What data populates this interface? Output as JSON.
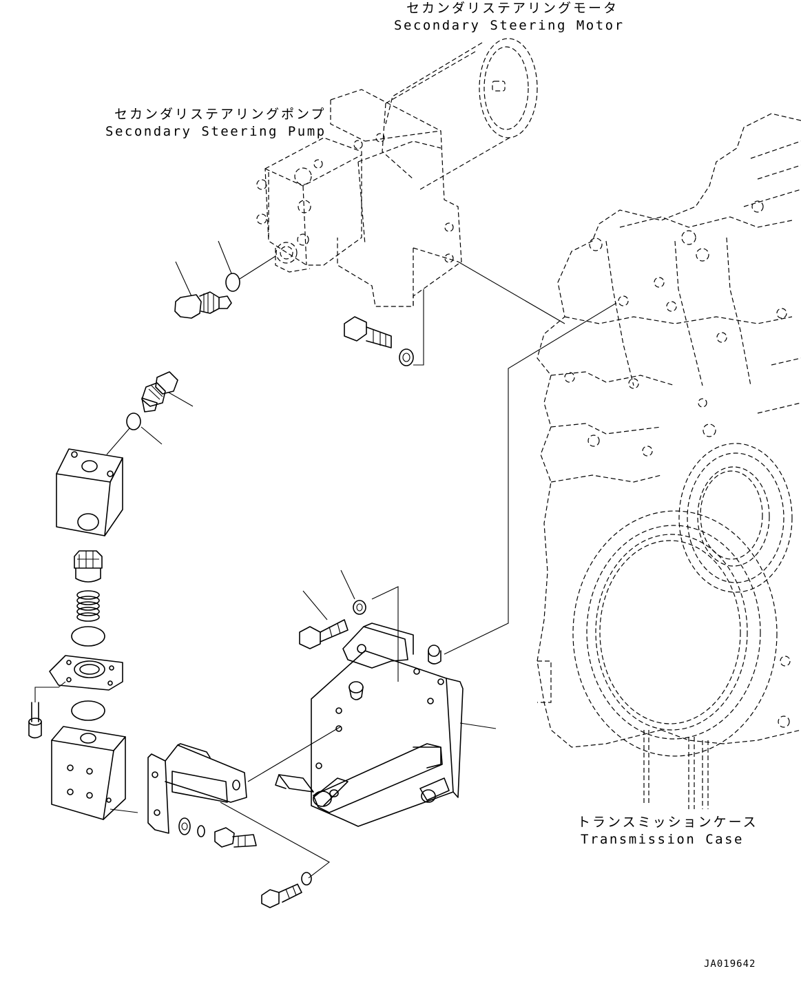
{
  "labels": {
    "motor_jp": "セカンダリステアリングモータ",
    "motor_en": "Secondary Steering Motor",
    "pump_jp": "セカンダリステアリングポンプ",
    "pump_en": "Secondary Steering Pump",
    "case_jp": "トランスミッションケース",
    "case_en": "Transmission Case"
  },
  "drawing_code": "JA019642"
}
